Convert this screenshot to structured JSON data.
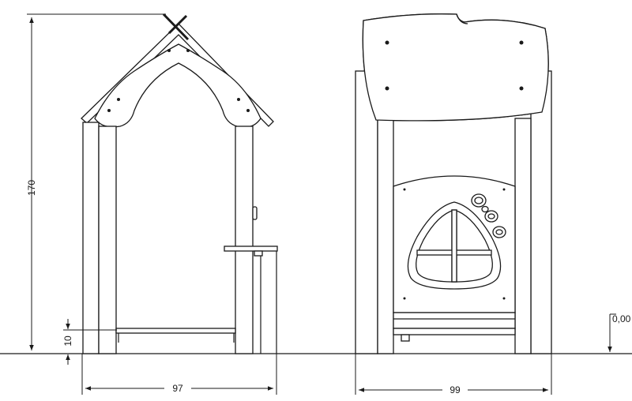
{
  "dimensions": {
    "height_total": "170",
    "height_base": "10",
    "width_side": "97",
    "width_front": "99",
    "level": "0,00"
  }
}
